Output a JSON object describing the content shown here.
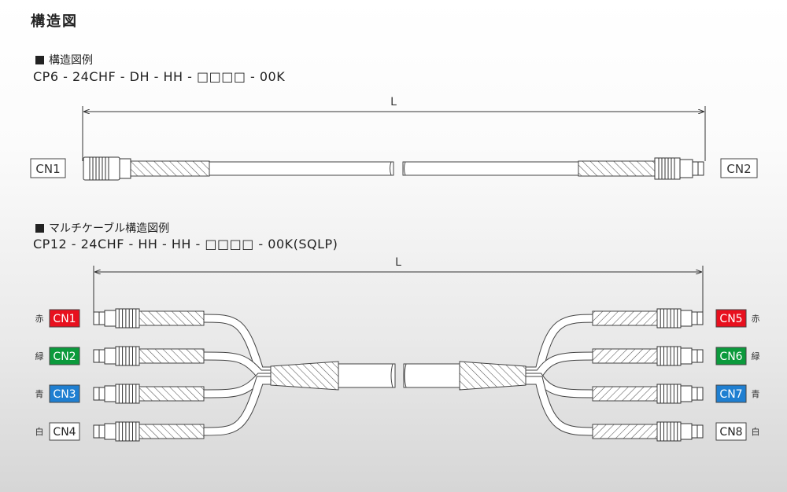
{
  "title": "構造図",
  "section1": {
    "heading": "構造図例",
    "code": "CP6 - 24CHF - DH - HH - □□□□ - 00K",
    "length_label": "L",
    "left_connector": "CN1",
    "right_connector": "CN2"
  },
  "section2": {
    "heading": "マルチケーブル構造図例",
    "code": "CP12 - 24CHF - HH - HH - □□□□ - 00K(SQLP)",
    "length_label": "L",
    "left": [
      {
        "color_label": "赤",
        "connector": "CN1",
        "fill": "#e8101e",
        "text": "#ffffff"
      },
      {
        "color_label": "緑",
        "connector": "CN2",
        "fill": "#0b9a3c",
        "text": "#ffffff"
      },
      {
        "color_label": "青",
        "connector": "CN3",
        "fill": "#1f7fd1",
        "text": "#ffffff"
      },
      {
        "color_label": "白",
        "connector": "CN4",
        "fill": "#ffffff",
        "text": "#222222"
      }
    ],
    "right": [
      {
        "color_label": "赤",
        "connector": "CN5",
        "fill": "#e8101e",
        "text": "#ffffff"
      },
      {
        "color_label": "緑",
        "connector": "CN6",
        "fill": "#0b9a3c",
        "text": "#ffffff"
      },
      {
        "color_label": "青",
        "connector": "CN7",
        "fill": "#1f7fd1",
        "text": "#ffffff"
      },
      {
        "color_label": "白",
        "connector": "CN8",
        "fill": "#ffffff",
        "text": "#222222"
      }
    ]
  }
}
